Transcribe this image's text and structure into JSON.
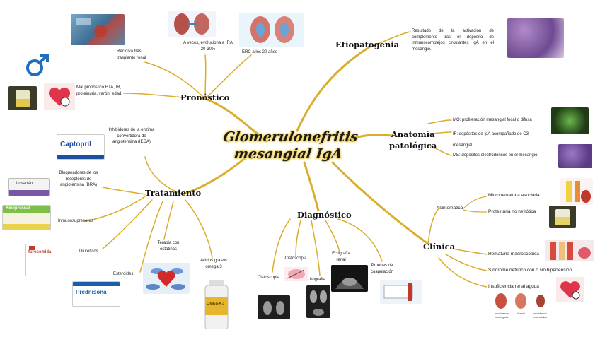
{
  "title": {
    "line1": "Glomerulonefritis",
    "line2": "mesangial IgA"
  },
  "branches": {
    "etiopatogenia": "Etiopatogenia",
    "pronostico": "Pronóstico",
    "anatomia_line1": "Anatomía",
    "anatomia_line2": "patológica",
    "tratamiento": "Tratamiento",
    "diagnostico": "Diagnóstico",
    "clinica": "Clínica"
  },
  "etiopatogenia": {
    "text": "Resultado de la activación de complemento tras el depósito de inmunocomplejos circulantes IgA en el mesangio."
  },
  "pronostico": {
    "recidiva": "Recidiva tras trasplante renal",
    "evoluciona": "A veces, evoluciona a IRA 20-30%",
    "erc": "ERC a los 20 años",
    "mal": "Mal pronóstico HTA, IR, proteinuria, varón, edad."
  },
  "anatomia": {
    "mo": "MO: proliferación mesangial focal o difusa",
    "if": "IF: depósitos de IgA acompañado de C3 mesangial",
    "me": "ME: depósitos electrodensos en el mesangio"
  },
  "tratamiento": {
    "ieca": "Inhibidores de la enzima convertidora de angiotensina (IECA)",
    "bra": "Bloqueadores de los receptores de angiotensina (BRA)",
    "inmuno": "Inmunosupresores",
    "diureticos": "Diuréticos",
    "estatinas": "Terapia con estatinas",
    "esteroides": "Esteroides",
    "omega": "Ácidos grasos omega 3"
  },
  "diagnostico": {
    "cistoscopia": "Cistoscopia",
    "cistouretroscopia": "Cistoscopia",
    "urografia": "Urografía",
    "ecografia": "Ecografía renal",
    "pruebas": "Pruebas de coagulación"
  },
  "clinica": {
    "asintomatica": "Asintomática",
    "microhematuria": "Microhematuria asociada",
    "proteinuria": "Proteinuria no nefrótica",
    "hematuria": "Hematuria macroscópica",
    "sindrome": "Síndrome nefrítico con o sin hipertensión",
    "insuficiencia": "Insuficiencia renal aguda"
  },
  "images": {
    "captopril": "Captopril",
    "losartan": "Losartán",
    "kinepressal": "Kinepressal",
    "furosemida": "furosemida",
    "prednisona": "Prednisona",
    "omega_label": "OMEGA 3",
    "kidney_labels": [
      "Insuficiencia renal aguda",
      "Normal",
      "Insuficiencia renal crónica"
    ]
  },
  "colors": {
    "branch_line": "#d9ae2c",
    "title_glow": "#e8c23a"
  }
}
